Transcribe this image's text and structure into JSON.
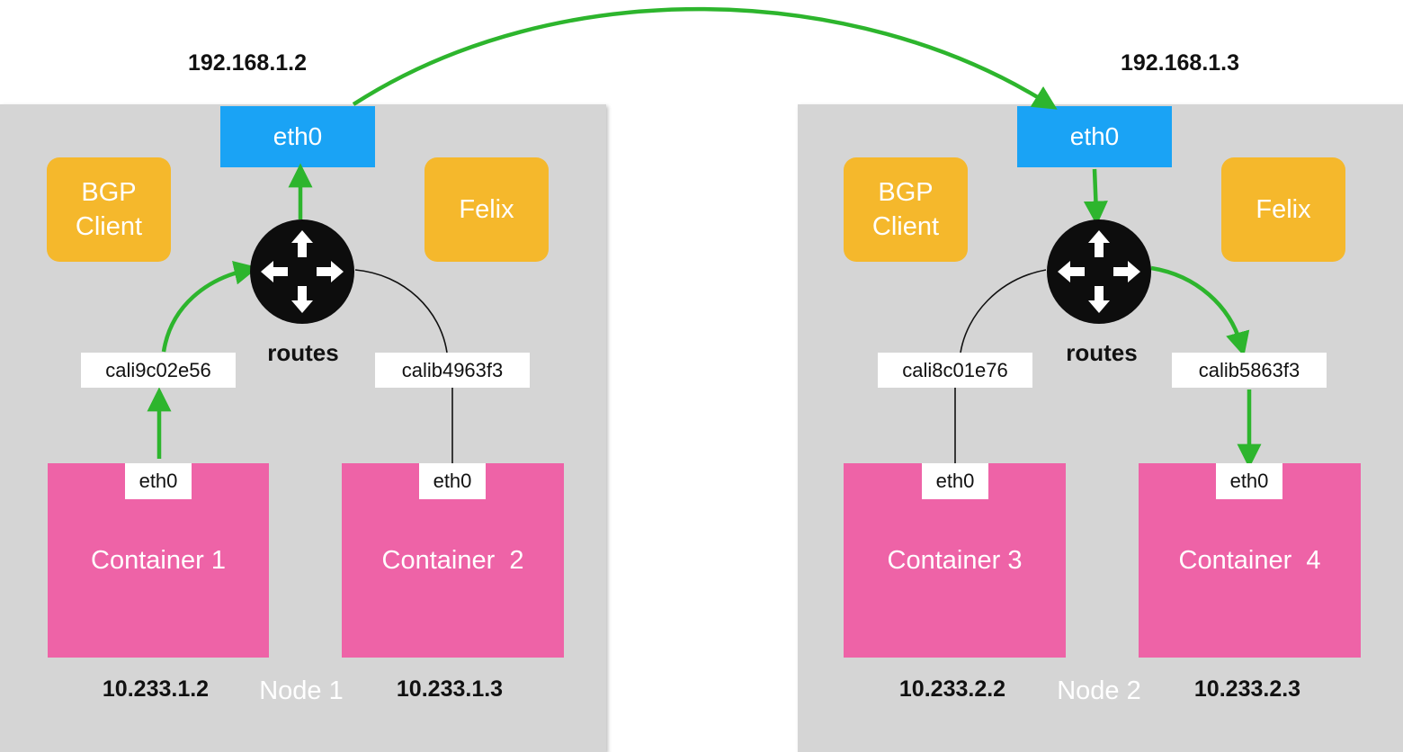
{
  "nodes": [
    {
      "label": "Node 1",
      "host_ip": "192.168.1.2",
      "eth0": "eth0",
      "bgp": [
        "BGP",
        "Client"
      ],
      "felix": "Felix",
      "routes": "routes",
      "ifaces": [
        "cali9c02e56",
        "calib4963f3"
      ],
      "containers": [
        {
          "label": "Container 1",
          "eth0": "eth0",
          "ip": "10.233.1.2"
        },
        {
          "label": "Container  2",
          "eth0": "eth0",
          "ip": "10.233.1.3"
        }
      ]
    },
    {
      "label": "Node 2",
      "host_ip": "192.168.1.3",
      "eth0": "eth0",
      "bgp": [
        "BGP",
        "Client"
      ],
      "felix": "Felix",
      "routes": "routes",
      "ifaces": [
        "cali8c01e76",
        "calib5863f3"
      ],
      "containers": [
        {
          "label": "Container 3",
          "eth0": "eth0",
          "ip": "10.233.2.2"
        },
        {
          "label": "Container  4",
          "eth0": "eth0",
          "ip": "10.233.2.3"
        }
      ]
    }
  ],
  "colors": {
    "node_bg": "#d5d5d5",
    "eth0_blue": "#1aa3f5",
    "agent_orange": "#f5b82c",
    "container_pink": "#ee63a7",
    "arrow_green": "#2db52d",
    "router_black": "#0d0d0d"
  }
}
